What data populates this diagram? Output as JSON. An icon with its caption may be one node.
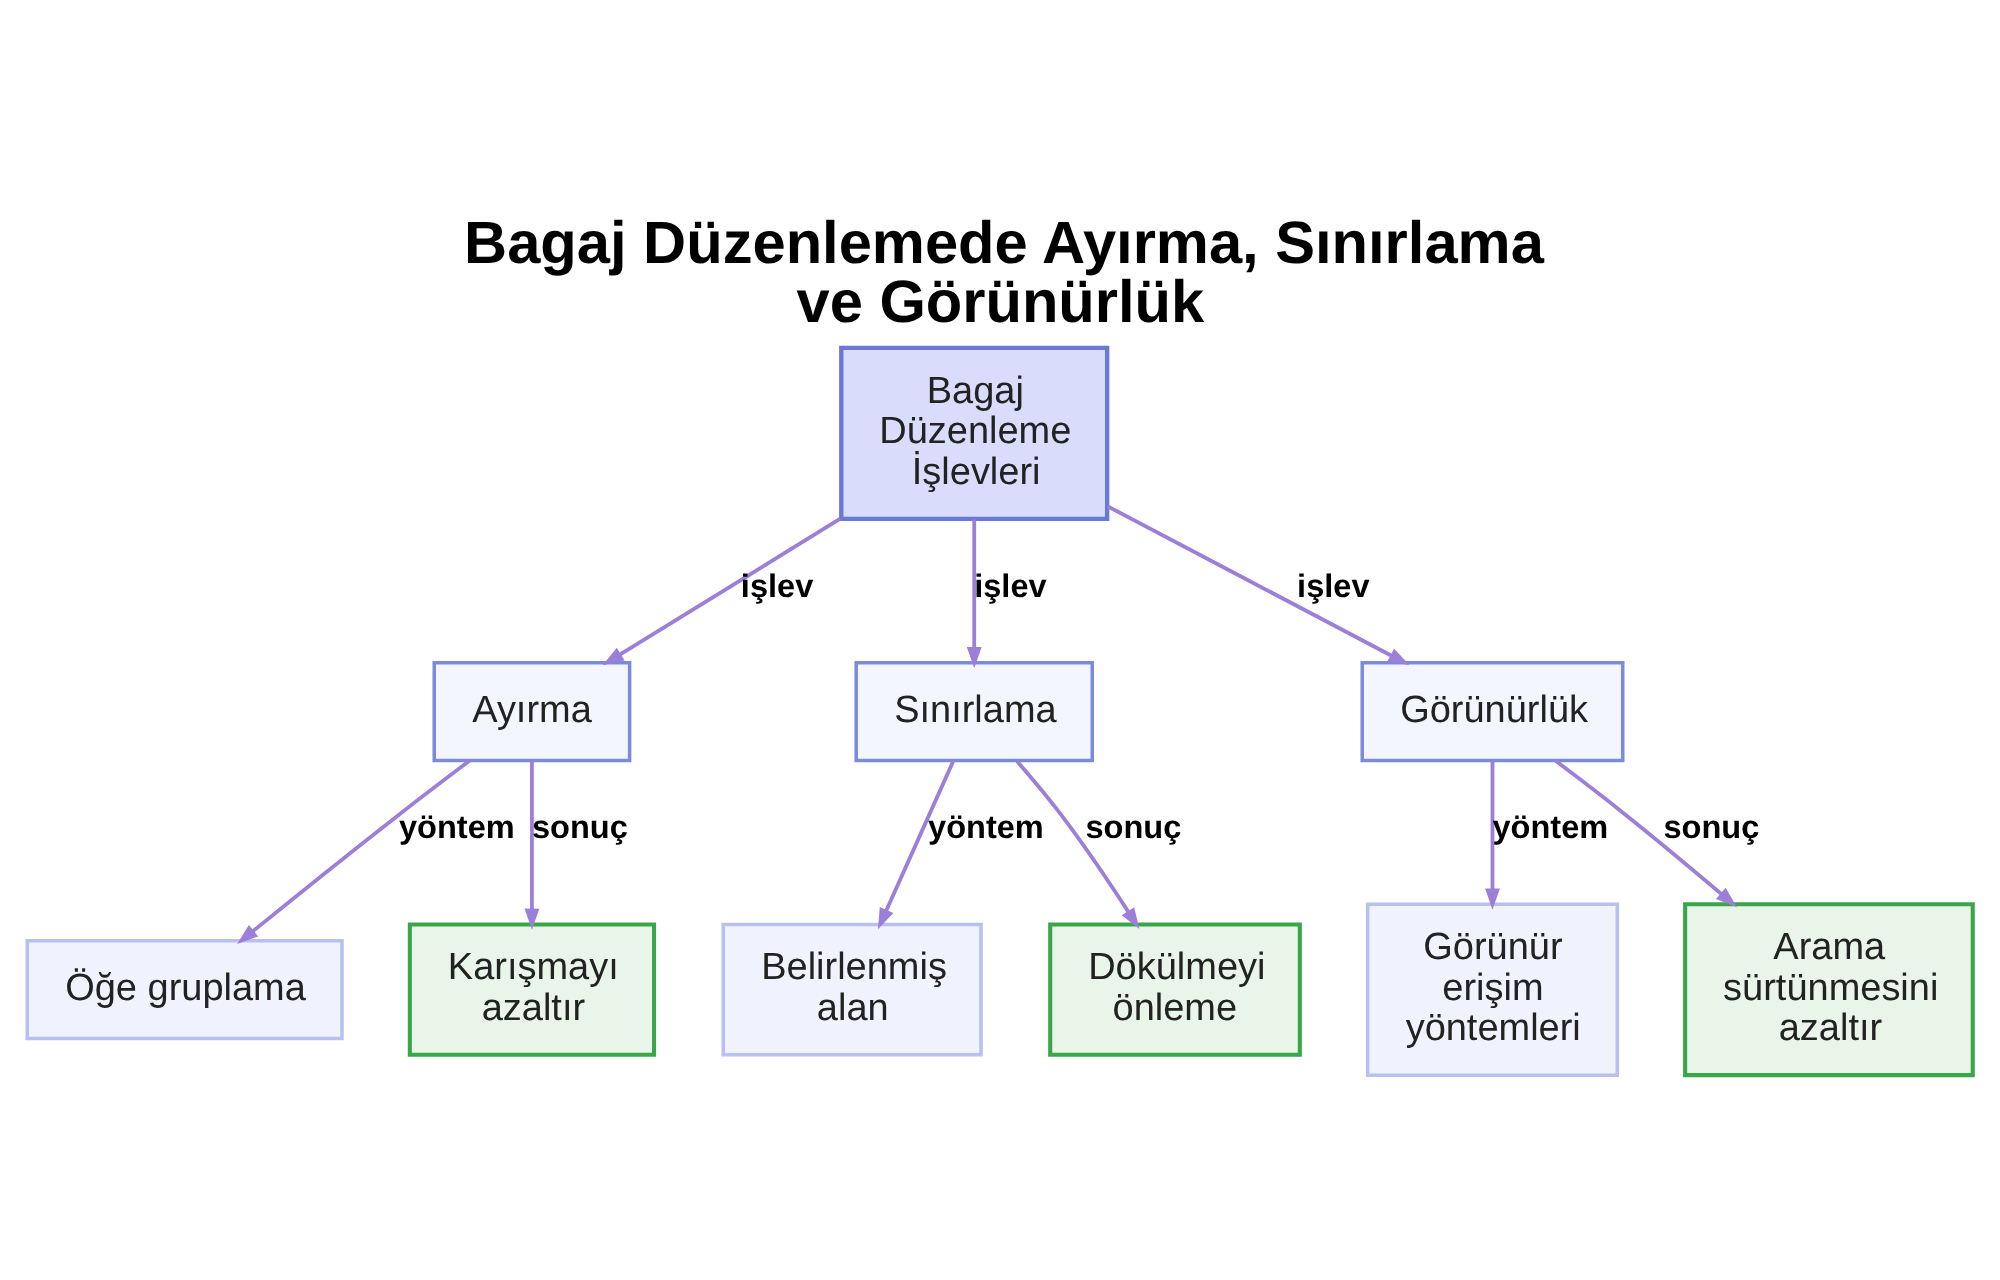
{
  "diagram": {
    "title": "Bagaj Düzenlemede Ayırma, Sınırlama ve Görünürlük",
    "nodes": [
      {
        "text": [
          "Bagaj Düzenleme İşlevleri"
        ]
      },
      {
        "text": [
          "Ayırma"
        ]
      },
      {
        "text": [
          "Sınırlama"
        ]
      },
      {
        "text": [
          "Görünürlük"
        ]
      },
      {
        "text": [
          "Öğe gruplama"
        ]
      },
      {
        "text": [
          "Karışmayı azaltır"
        ]
      },
      {
        "text": [
          "Belirlenmiş alan"
        ]
      },
      {
        "text": [
          "Dökülmeyi önleme"
        ]
      },
      {
        "text": [
          "Görünür erişim yöntemleri"
        ]
      },
      {
        "text": [
          "Arama sürtünmesini azaltır"
        ]
      }
    ],
    "edges": [
      {
        "from": 0,
        "to": 1,
        "arrow": "to",
        "label": "işlev"
      },
      {
        "from": 0,
        "to": 2,
        "arrow": "to",
        "label": "işlev"
      },
      {
        "from": 0,
        "to": 3,
        "arrow": "to",
        "label": "işlev"
      },
      {
        "from": 1,
        "to": 4,
        "arrow": "to",
        "label": "yöntem"
      },
      {
        "from": 1,
        "to": 5,
        "arrow": "to",
        "label": "sonuç"
      },
      {
        "from": 2,
        "to": 6,
        "arrow": "to",
        "label": "yöntem"
      },
      {
        "from": 2,
        "to": 7,
        "arrow": "to",
        "label": "sonuç"
      },
      {
        "from": 3,
        "to": 8,
        "arrow": "to",
        "label": "yöntem"
      },
      {
        "from": 3,
        "to": 9,
        "arrow": "to",
        "label": "sonuç"
      }
    ]
  }
}
